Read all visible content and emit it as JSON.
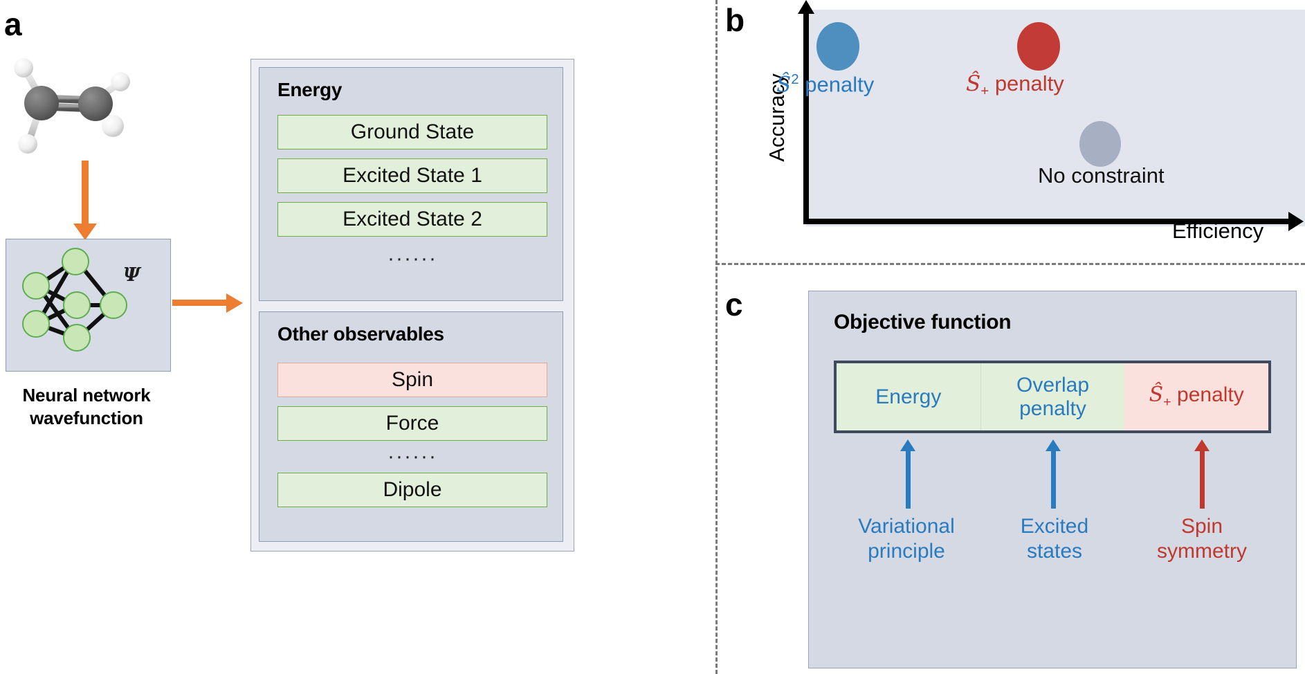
{
  "panels": {
    "a": {
      "letter": "a"
    },
    "b": {
      "letter": "b"
    },
    "c": {
      "letter": "c"
    }
  },
  "panel_a": {
    "molecule": {
      "name": "ethylene-molecule",
      "formula": "C2H4",
      "atoms": [
        "C",
        "C",
        "H",
        "H",
        "H",
        "H"
      ]
    },
    "network_label": "Ψ",
    "caption_line1": "Neural network",
    "caption_line2": "wavefunction",
    "network": {
      "input_nodes": 2,
      "hidden_nodes": 3,
      "output_nodes": 1
    },
    "arrow_color": "#ED7D31",
    "energy_panel": {
      "title": "Energy",
      "rows": [
        {
          "label": "Ground State",
          "style": "green"
        },
        {
          "label": "Excited State 1",
          "style": "green"
        },
        {
          "label": "Excited State 2",
          "style": "green"
        }
      ],
      "ellipsis": "······"
    },
    "observables_panel": {
      "title": "Other observables",
      "rows": [
        {
          "label": "Spin",
          "style": "pink"
        },
        {
          "label": "Force",
          "style": "green"
        }
      ],
      "ellipsis": "······",
      "last_row": {
        "label": "Dipole",
        "style": "green"
      }
    }
  },
  "chart_data": {
    "type": "scatter",
    "title": "",
    "xlabel": "Efficiency",
    "ylabel": "Accuracy",
    "xlim": [
      0,
      1
    ],
    "ylim": [
      0,
      1
    ],
    "grid": false,
    "legend": "inline-annotations",
    "points": [
      {
        "label": "S2 penalty",
        "label_html": "Ŝ² penalty",
        "x": 0.18,
        "y": 0.86,
        "color": "#4f8fc0",
        "annotation": "Ŝ² penalty"
      },
      {
        "label": "S+ penalty",
        "label_html": "Ŝ₊ penalty",
        "x": 0.63,
        "y": 0.86,
        "color": "#c33b36",
        "annotation": "Ŝ₊ penalty"
      },
      {
        "label": "No constraint",
        "label_html": "No constraint",
        "x": 0.73,
        "y": 0.4,
        "color": "#a7afc2",
        "annotation": "No constraint"
      }
    ]
  },
  "panel_b": {
    "y_axis_label": "Accuracy",
    "x_axis_label": "Efficiency",
    "plot_bg": "#e2e5ed",
    "labels": {
      "s2_sym": "Ŝ",
      "s2_sup": "2",
      "penalty_word": "penalty",
      "splus_sym": "Ŝ",
      "splus_sub": "+",
      "no_constraint": "No constraint"
    },
    "colors": {
      "blue": "#2a7ac0",
      "red": "#c0392f",
      "blue_dot": "#4f8fc0",
      "red_dot": "#c33b36",
      "grey_dot": "#a7afc2"
    }
  },
  "panel_c": {
    "title": "Objective function",
    "terms": [
      {
        "label": "Energy",
        "style": "green"
      },
      {
        "label": "Overlap\npenalty",
        "style": "green"
      },
      {
        "label": "Ŝ₊ penalty",
        "style": "pink",
        "sym": "Ŝ",
        "sub": "+",
        "word": "penalty"
      }
    ],
    "sources": [
      {
        "label": "Variational\nprinciple",
        "color": "#2a7ac0"
      },
      {
        "label": "Excited\nstates",
        "color": "#2a7ac0"
      },
      {
        "label": "Spin\nsymmetry",
        "color": "#c0392f"
      }
    ],
    "colors": {
      "blue": "#2a7ac0",
      "red": "#c0392f",
      "border": "#3f4a5f"
    }
  }
}
